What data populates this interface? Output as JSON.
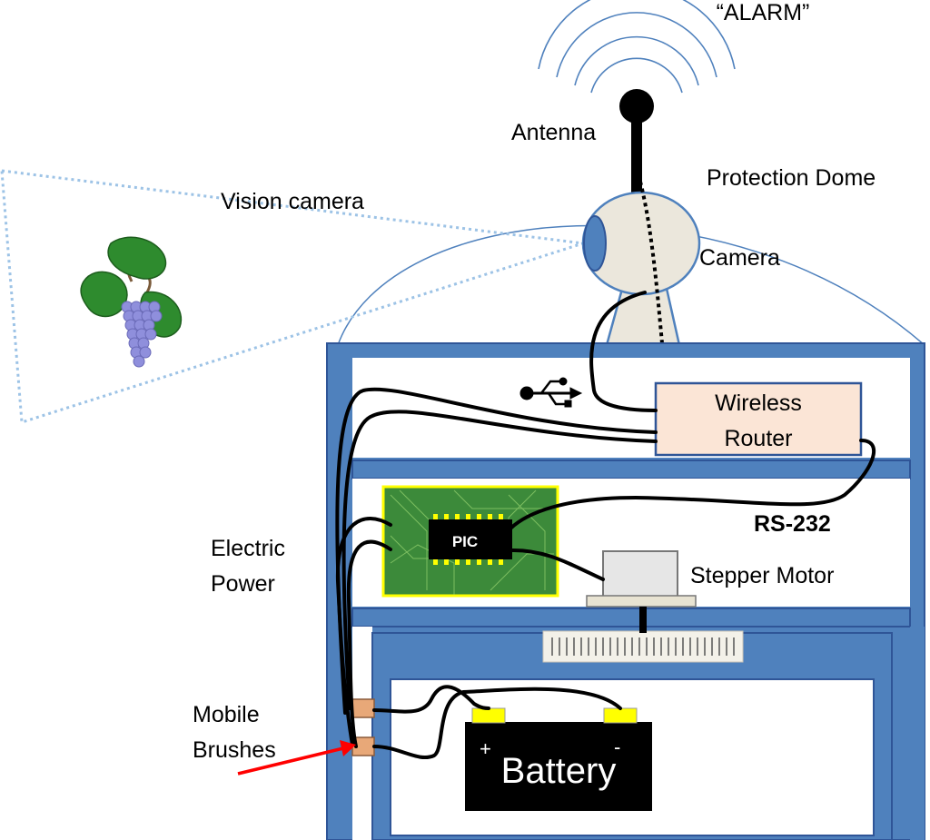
{
  "labels": {
    "alarm": "“ALARM”",
    "antenna": "Antenna",
    "protection_dome": "Protection Dome",
    "vision_camera": "Vision camera",
    "camera": "Camera",
    "wireless_router_line1": "Wireless",
    "wireless_router_line2": "Router",
    "rs232": "RS-232",
    "pic": "PIC",
    "stepper_motor": "Stepper Motor",
    "electric_power_line1": "Electric",
    "electric_power_line2": "Power",
    "mobile_brushes_line1": "Mobile",
    "mobile_brushes_line2": "Brushes",
    "battery": "Battery",
    "battery_plus": "+",
    "battery_minus": "-"
  },
  "colors": {
    "frame_blue": "#4f81bd",
    "frame_stroke": "#2f5597",
    "router_fill": "#fbe5d6",
    "camera_body": "#ebe7dc",
    "circuit_green": "#3c8a3a",
    "circuit_border": "#ffff00",
    "battery_terminal": "#ffff00",
    "arrow_red": "#ff0000",
    "view_cone": "#9dc3e6",
    "grape_purple": "#8f8fdc",
    "leaf_green": "#2e8b2e"
  },
  "icons": [
    "usb-icon",
    "grape-icon",
    "antenna-icon",
    "signal-waves-icon",
    "pic-chip-icon"
  ]
}
